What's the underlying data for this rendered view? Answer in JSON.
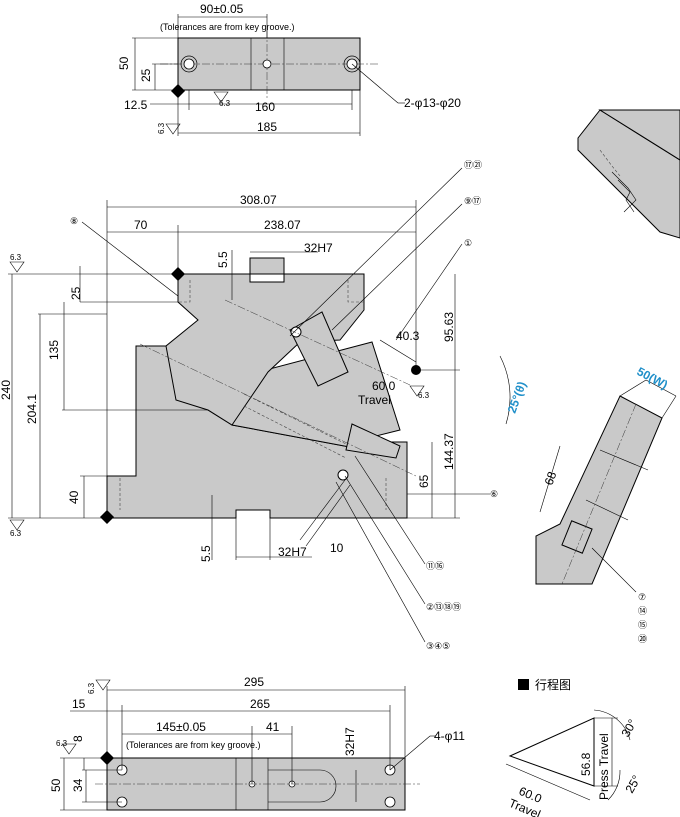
{
  "top_view": {
    "dim_90": "90±0.05",
    "tol_note": "(Tolerances are from key groove.)",
    "dim_50": "50",
    "dim_25": "25",
    "dim_12_5": "12.5",
    "dim_160": "160",
    "dim_185": "185",
    "rough": "6.3",
    "holes": "2-φ13-φ20"
  },
  "front_view": {
    "dim_308": "308.07",
    "dim_70": "70",
    "dim_238": "238.07",
    "dim_32h7_top": "32H7",
    "dim_5_5_top": "5.5",
    "dim_25": "25",
    "dim_135": "135",
    "dim_240": "240",
    "dim_204": "204.1",
    "dim_40": "40",
    "dim_95": "95.63",
    "dim_40_3": "40.3",
    "dim_60": "60.0",
    "travel": "Travel",
    "angle": "25°(θ)",
    "dim_144": "144.37",
    "dim_65": "65",
    "dim_5_5_bot": "5.5",
    "dim_32h7_bot": "32H7",
    "dim_10": "10",
    "rough": "6.3"
  },
  "callouts": {
    "c8": "⑧",
    "c17_21": "⑰㉑",
    "c9_17": "⑨⑰",
    "c1": "①",
    "c6": "⑥",
    "c11_16": "⑪⑯",
    "c2_13_18_19": "②⑬⑱⑲",
    "c3_4_5": "③④⑤",
    "c7": "⑦",
    "c14": "⑭",
    "c15": "⑮",
    "c20": "⑳"
  },
  "side_view": {
    "dim_50w": "50(W)",
    "dim_68": "68"
  },
  "bottom_view": {
    "dim_295": "295",
    "dim_15": "15",
    "dim_265": "265",
    "dim_145": "145±0.05",
    "tol_note": "(Tolerances are from key groove.)",
    "dim_41": "41",
    "dim_32h7": "32H7",
    "holes": "4-φ11",
    "dim_8": "8",
    "dim_50": "50",
    "dim_34": "34",
    "rough": "6.3"
  },
  "stroke_diagram": {
    "title": "行程图",
    "dim_56": "56.8",
    "press_travel": "Press Travel",
    "angle_30": "30°",
    "angle_25": "25°",
    "dim_60": "60.0",
    "travel": "Travel"
  }
}
